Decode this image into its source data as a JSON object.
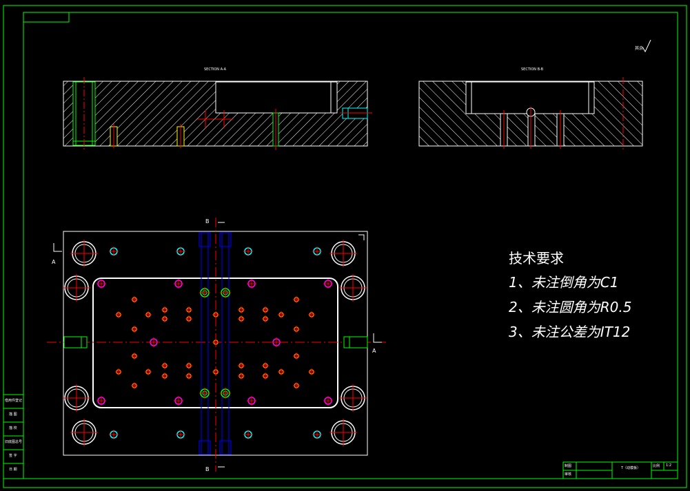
{
  "sections": {
    "a_title": "SECTION A-A",
    "b_title": "SECTION B-B"
  },
  "markers": {
    "b_top": "B",
    "b_bottom": "B",
    "a_left": "A",
    "a_right": "A"
  },
  "roughness": "其余",
  "tech_requirements": {
    "heading": "技术要求",
    "items": [
      "1、未注倒角为C1",
      "2、未注圆角为R0.5",
      "3、未注公差为IT12"
    ]
  },
  "left_column": [
    "借用件登记",
    "描 图",
    "描 校",
    "旧底图总号",
    "签 字",
    "日 期"
  ],
  "title_block": {
    "drawn_label": "制图",
    "checked_label": "审核",
    "part_name": "T（动模板）",
    "scale_label": "比例",
    "scale_value": "1:2"
  },
  "colors": {
    "border": "#00ff00",
    "outline": "#ffffff",
    "center": "#ff0000",
    "hatch": "#ffffff",
    "screw": "#00ffff",
    "pin": "#ffff00",
    "guide": "#ff00ff",
    "ejector": "#ff8000",
    "rod": "#0000ff"
  }
}
